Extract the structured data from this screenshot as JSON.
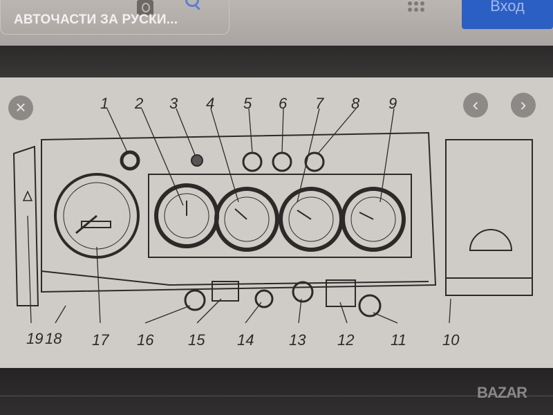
{
  "header": {
    "title": "АВТОЧАСТИ ЗА РУСКИ...",
    "login_label": "Вход"
  },
  "viewer": {
    "close_icon": "×",
    "prev_icon": "‹",
    "next_icon": "›"
  },
  "diagram": {
    "top_labels": [
      "1",
      "2",
      "3",
      "4",
      "5",
      "6",
      "7",
      "8",
      "9"
    ],
    "bottom_labels": [
      "19",
      "18",
      "17",
      "16",
      "15",
      "14",
      "13",
      "12",
      "11",
      "10"
    ]
  },
  "watermark": "BAZAR"
}
